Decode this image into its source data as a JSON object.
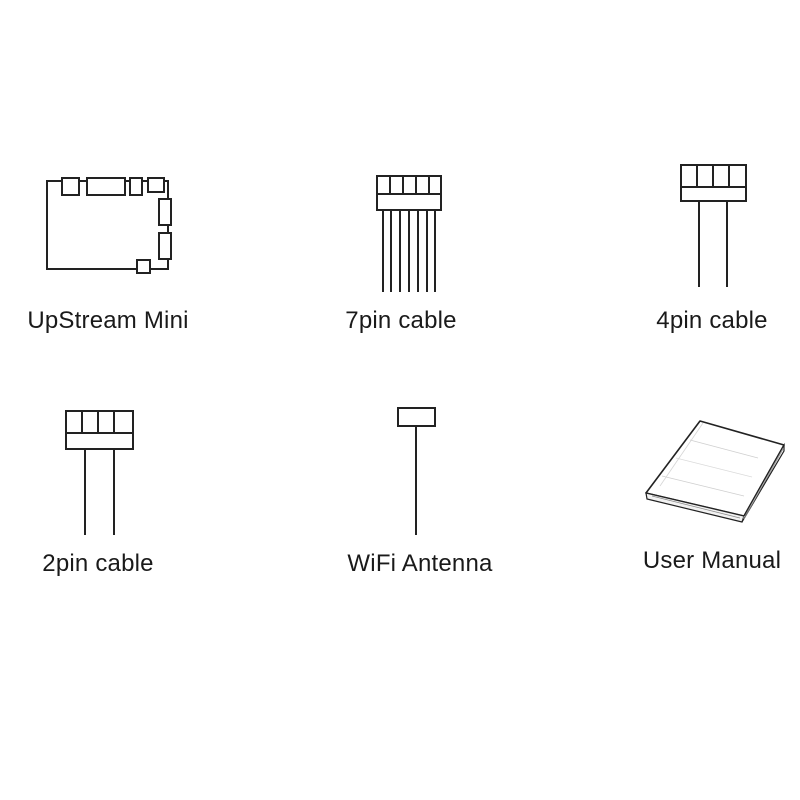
{
  "items": [
    {
      "icon": "circuit-board-icon",
      "label": "UpStream Mini"
    },
    {
      "icon": "seven-pin-cable-icon",
      "label": "7pin cable"
    },
    {
      "icon": "four-pin-cable-icon",
      "label": "4pin cable"
    },
    {
      "icon": "two-pin-cable-icon",
      "label": "2pin cable"
    },
    {
      "icon": "wifi-antenna-icon",
      "label": "WiFi Antenna"
    },
    {
      "icon": "manual-booklet-icon",
      "label": "User Manual"
    }
  ],
  "colors": {
    "line": "#222222",
    "background": "#ffffff",
    "text": "#1a1a1a"
  }
}
